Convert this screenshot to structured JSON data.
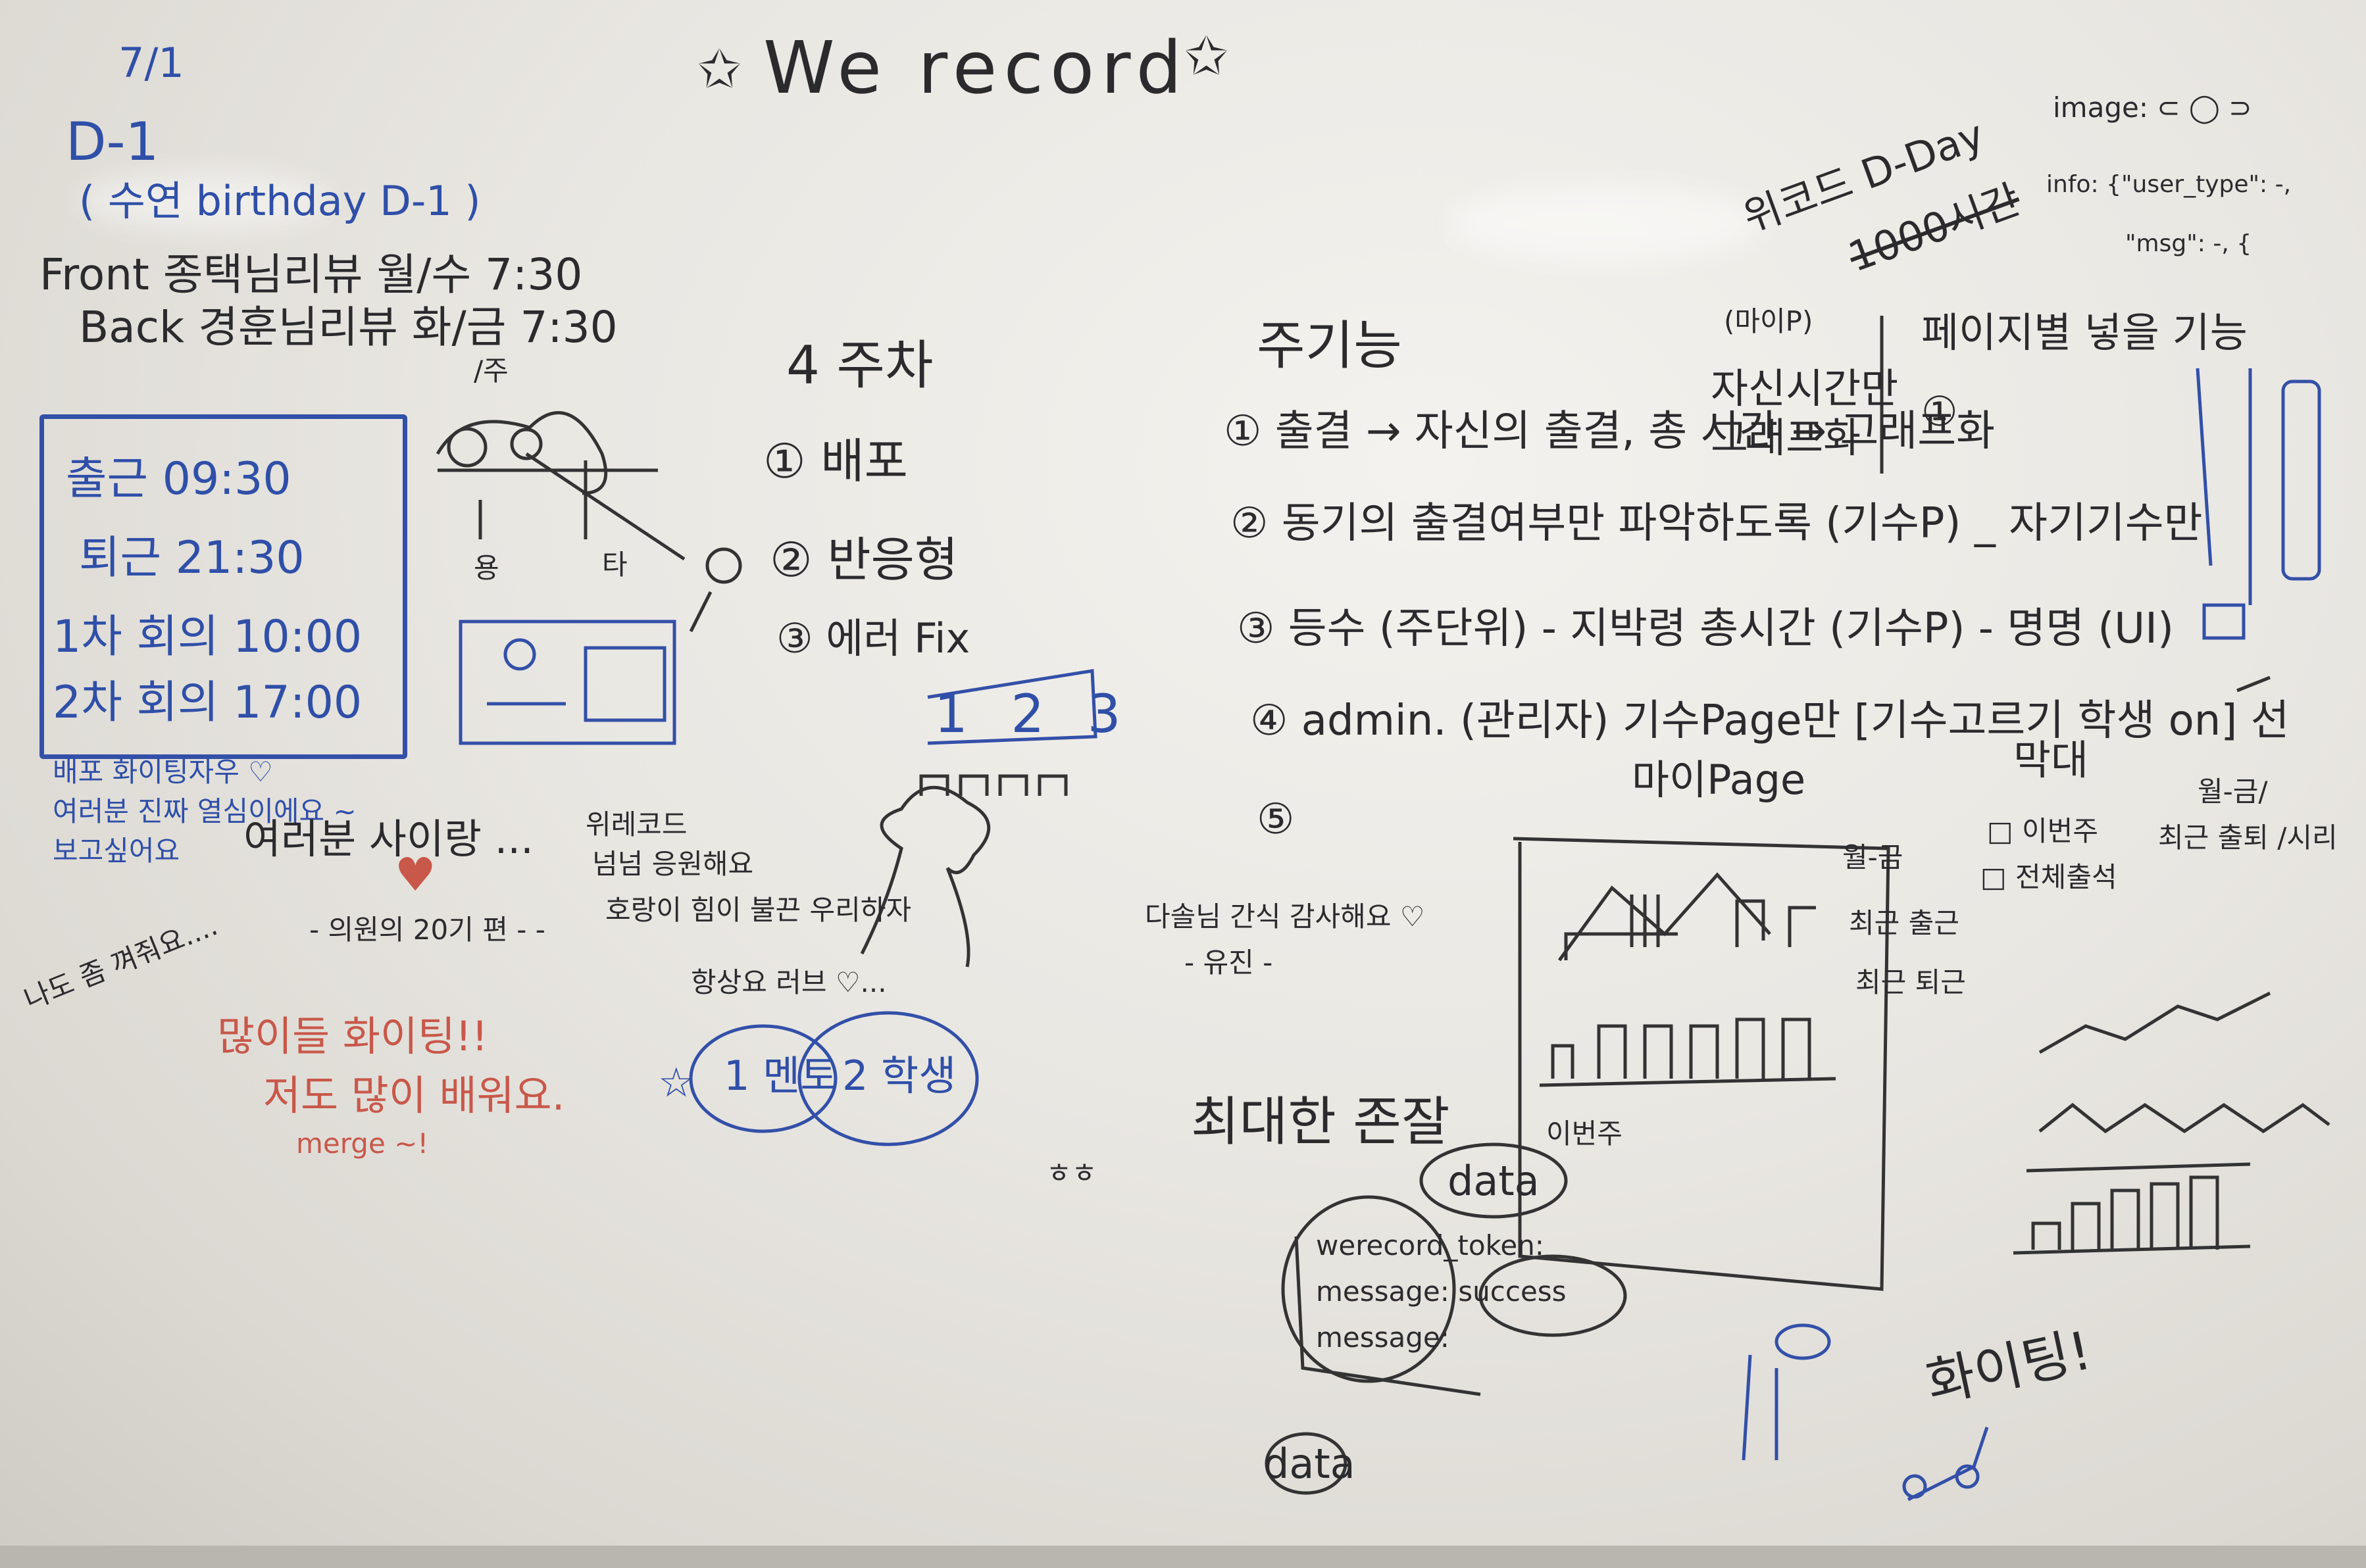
{
  "title": "We record",
  "left": {
    "date": "7/1",
    "dday": "D-1",
    "birthday": "( 수연 birthday D-1 )",
    "reviews": [
      "Front 종택님리뷰 월/수 7:30",
      "Back 경훈님리뷰 화/금 7:30"
    ],
    "schedule": [
      "출근 09:30",
      "퇴근 21:30",
      "1차 회의 10:00",
      "2차 회의 17:00"
    ],
    "blue_note": [
      "배포 화이팅자우 ♡",
      "여러분 진짜 열심이에요 ~",
      "보고싶어요"
    ],
    "together": "여러분 사이랑 ...",
    "sign": "- 의원의 20기 편 - -",
    "side_note": "나도 좀 껴줘요....",
    "red_note": [
      "많이들 화이팅!!",
      "저도 많이 배워요.",
      "merge ~!"
    ]
  },
  "sketch": {
    "week_label": "/주",
    "left_label": "용",
    "right_label": "타"
  },
  "week4": {
    "heading": "4 주차",
    "items": [
      "① 배포",
      "② 반응형",
      "③ 에러 Fix"
    ]
  },
  "middle": {
    "nums": "1 2 3",
    "cheer": [
      "위레코드",
      "넘넘 응원해요",
      "호랑이 힘이 불끈 우리하자",
      "항상요 러브 ♡..."
    ],
    "circles": [
      "1 멘토",
      "2 학생"
    ],
    "thanks": [
      "다솔님 간식 감사해요 ♡",
      "- 유진 -"
    ],
    "respect": "최대한 존잘",
    "hh": "ㅎㅎ"
  },
  "features": {
    "heading": "주기능",
    "top_right": [
      "위코드 D-Day",
      "1000시간"
    ],
    "mypage_tag": "(마이P)",
    "own_time": [
      "자신시간만",
      "그래프화"
    ],
    "per_page": "페이지별 넣을 기능",
    "circle1": "①",
    "items": [
      "① 출결 → 자신의 출결, 총 시간 → 그래프화",
      "② 동기의 출결여부만 파악하도록 (기수P) _ 자기기수만",
      "③ 등수 (주단위) - 지박령 총시간 (기수P) - 명명 (UI)",
      "④  admin. (관리자) 기수Page만 [기수고르기 학생 on] 선",
      "⑤"
    ],
    "total": "총",
    "time": "시간",
    "student": "막대",
    "mypage": "마이Page"
  },
  "mypage_box": {
    "options": [
      "□ 이번주",
      "□ 전체출석"
    ],
    "week_etc": [
      "월-금/",
      "최근 출퇴 /시리"
    ],
    "labels": [
      "월-금",
      "최근 출근",
      "최근 퇴근"
    ],
    "this_week": "이번주"
  },
  "api": {
    "data": "data",
    "lines": [
      "werecord_token:",
      "message: success",
      "message:"
    ],
    "data2": "data"
  },
  "top_right": {
    "image": "image: ⊂ ◯ ⊃",
    "info": [
      "info: {\"user_type\": -,",
      "\"msg\": -, {"
    ]
  },
  "bottom": {
    "fighting": "화이팅!"
  }
}
